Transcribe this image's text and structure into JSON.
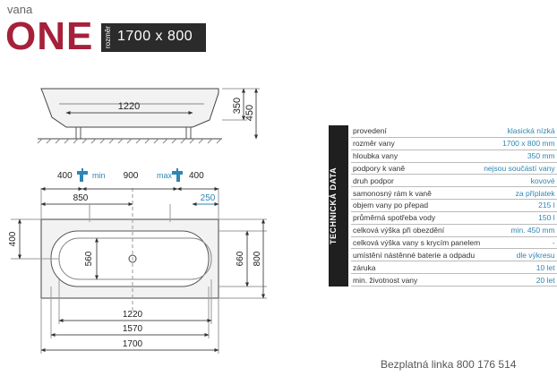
{
  "brand": {
    "prefix": "vana",
    "name": "ONE"
  },
  "size_box": {
    "label": "rozměr",
    "value": "1700 x 800"
  },
  "side_view": {
    "inner_length": "1220",
    "dim_small": "350",
    "dim_large": "450"
  },
  "top_view": {
    "left_offset": "400",
    "min_label": "min",
    "center": "900",
    "max_label": "max",
    "right_offset": "400",
    "dim_850": "850",
    "dim_250": "250",
    "left_height": "400",
    "inner_width": "560",
    "mid_width": "660",
    "outer_width": "800",
    "bottom_inner": "1220",
    "bottom_mid": "1570",
    "bottom_total": "1700"
  },
  "tech_title": "TECHNICKÁ DATA",
  "specs": [
    {
      "key": "provedení",
      "value": "klasická nízká"
    },
    {
      "key": "rozměr vany",
      "value": "1700 x 800 mm"
    },
    {
      "key": "hloubka vany",
      "value": "350 mm"
    },
    {
      "key": "podpory k vaně",
      "value": "nejsou součástí vany"
    },
    {
      "key": "druh podpor",
      "value": "kovové"
    },
    {
      "key": "samonosný rám k vaně",
      "value": "za příplatek"
    },
    {
      "key": "objem vany po přepad",
      "value": "215 l"
    },
    {
      "key": "průměrná spotřeba vody",
      "value": "150 l"
    },
    {
      "key": "celková výška při obezdění",
      "value": "min. 450 mm"
    },
    {
      "key": "celková výška vany s krycím panelem",
      "value": "-"
    },
    {
      "key": "umístění nástěnné baterie a odpadu",
      "value": "dle výkresu"
    },
    {
      "key": "záruka",
      "value": "10 let"
    },
    {
      "key": "min. životnost vany",
      "value": "20 let"
    }
  ],
  "hotline": "Bezplatná linka 800 176 514",
  "colors": {
    "brand": "#a5213a",
    "accent": "#2f86b4",
    "dark": "#2b2b2b"
  }
}
